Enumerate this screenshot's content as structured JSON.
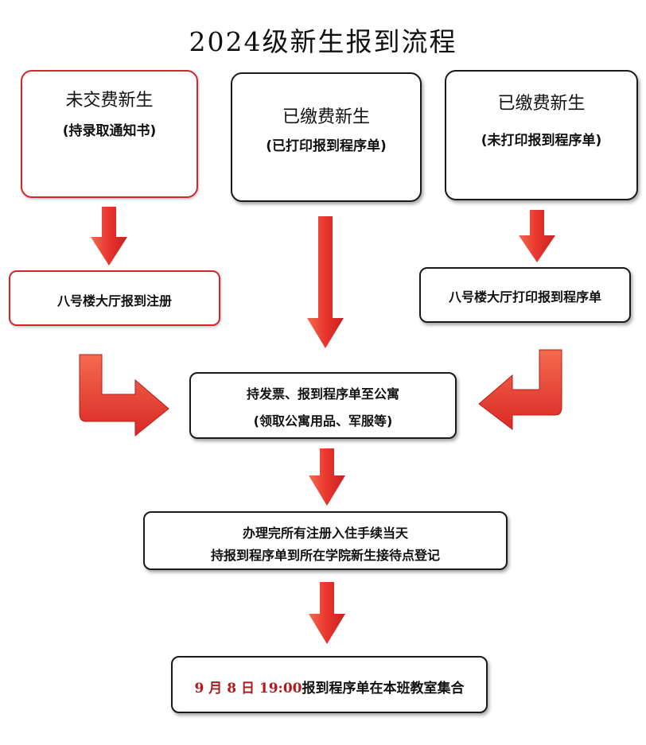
{
  "title": "2024级新生报到流程",
  "top": {
    "left": {
      "title": "未交费新生",
      "sub": "(持录取通知书)"
    },
    "middle": {
      "title": "已缴费新生",
      "sub": "(已打印报到程序单)"
    },
    "right": {
      "title": "已缴费新生",
      "sub": "(未打印报到程序单)"
    }
  },
  "left_step": "八号楼大厅报到注册",
  "right_step": "八号楼大厅打印报到程序单",
  "apartment": {
    "line1": "持发票、报到程序单至公寓",
    "line2": "(领取公寓用品、军服等)"
  },
  "register": {
    "line1": "办理完所有注册入住手续当天",
    "line2": "持报到程序单到所在学院新生接待点登记"
  },
  "final": {
    "month_num": "9",
    "month_unit": "月",
    "day_num": "8",
    "day_unit": "日",
    "time": "19:00",
    "text": "报到程序单在本班教室集合"
  },
  "colors": {
    "arrow": "#e8352d",
    "arrow_light": "#f9775a",
    "border_red": "#d8232a",
    "highlight": "#b01c1c"
  }
}
